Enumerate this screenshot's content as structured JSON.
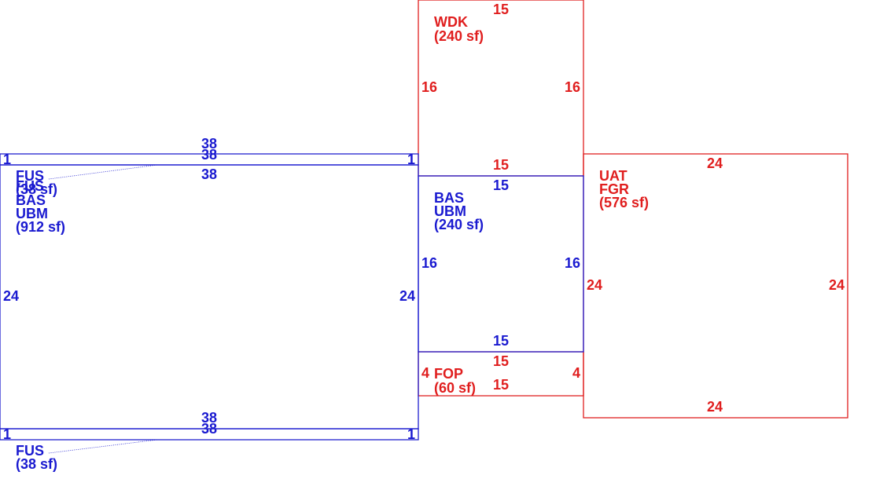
{
  "colors": {
    "main_area": "#1a1ad0",
    "addition_area": "#e01e1e"
  },
  "areas": {
    "main": {
      "codes": [
        "BAS",
        "UBM"
      ],
      "area": "(912 sf)"
    },
    "center": {
      "codes": [
        "BAS",
        "UBM"
      ],
      "area": "(240 sf)"
    },
    "deck": {
      "codes": [
        "WDK"
      ],
      "area": "(240 sf)"
    },
    "garage": {
      "codes": [
        "UAT",
        "FGR"
      ],
      "area": "(576 sf)"
    },
    "porch": {
      "codes": [
        "FOP"
      ],
      "area": "(60 sf)"
    },
    "upper_strip": {
      "codes": [
        "FUS",
        "FUS"
      ],
      "area": "(38 sf)"
    },
    "lower_strip": {
      "codes": [
        "FUS"
      ],
      "area": "(38 sf)"
    }
  },
  "dimensions": {
    "main_top": "38",
    "main_side": "24",
    "strip_width": "38",
    "strip_end": "1",
    "deck_width": "15",
    "deck_side": "16",
    "center_width": "15",
    "center_side": "16",
    "garage_width": "24",
    "garage_side": "24",
    "porch_width": "15",
    "porch_side": "4"
  }
}
